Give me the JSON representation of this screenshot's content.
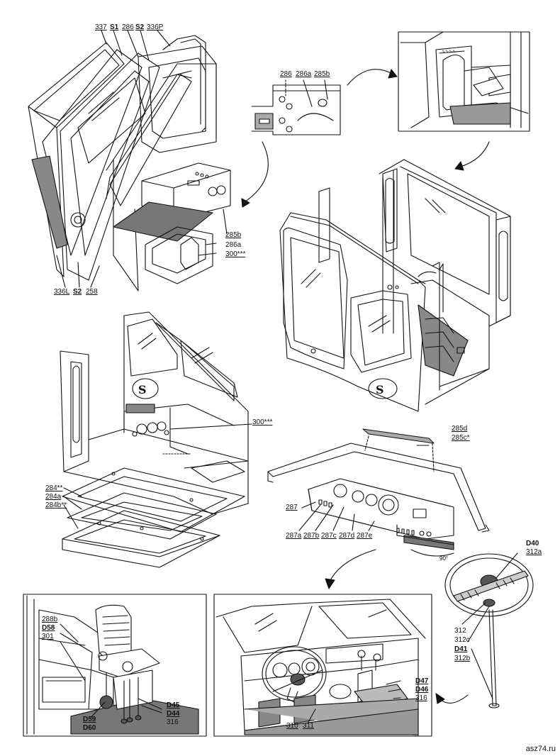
{
  "labels": {
    "p337": "337",
    "pS1": "S1",
    "p286t": "286",
    "pS2t": "S2",
    "p336P": "336P",
    "p286": "286",
    "p286a": "286a",
    "p285b": "285b",
    "p285b2": "285b",
    "p286a2": "286a",
    "p300a": "300***",
    "p336L": "336L",
    "pS2b": "S2",
    "p258": "258",
    "p300b": "300***",
    "p284s": "284**",
    "p284a": "284a",
    "p284b": "284b**",
    "p285d": "285d",
    "p285c": "285c*",
    "p287": "287",
    "p287a": "287a",
    "p287b": "287b",
    "p287c": "287c",
    "p287d": "287d",
    "p287e": "287e",
    "p90": "90°",
    "D40": "D40",
    "p312a": "312a",
    "p312": "312",
    "p312c": "312c",
    "D41": "D41",
    "p312b": "312b",
    "p288b": "288b",
    "D58": "D58",
    "p301": "301",
    "D59": "D59",
    "D60": "D60",
    "D45": "D45",
    "D44": "D44",
    "p316": "316",
    "D47": "D47",
    "D46": "D46",
    "p316b": "316",
    "p310": "310",
    "p311": "311"
  },
  "watermark": "asz74.ru",
  "colors": {
    "line": "#111111",
    "shade": "#555555",
    "paper": "#ffffff"
  }
}
